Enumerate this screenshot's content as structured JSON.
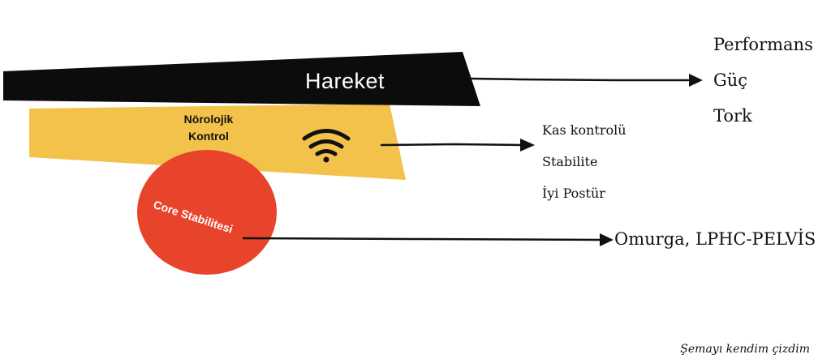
{
  "title": "",
  "colors": {
    "movement_band": "#0c0c0c",
    "neuro_band": "#f3c24a",
    "core_circle": "#e8432b",
    "ink": "#111111",
    "on_dark_text": "#ffffff"
  },
  "layers": {
    "movement": {
      "label": "Hareket"
    },
    "neuro": {
      "label_line1": "Nörolojik",
      "label_line2": "Kontrol",
      "icon": "wifi-signal-icon"
    },
    "core": {
      "label": "Core Stabilitesi"
    }
  },
  "outputs": {
    "movement": [
      "Performans",
      "Güç",
      "Tork"
    ],
    "neuro": [
      "Kas kontrolü",
      "Stabilite",
      "İyi Postür"
    ],
    "core": [
      "Omurga, LPHC-PELVİS"
    ]
  },
  "footnote": "Şemayı kendim çizdim"
}
